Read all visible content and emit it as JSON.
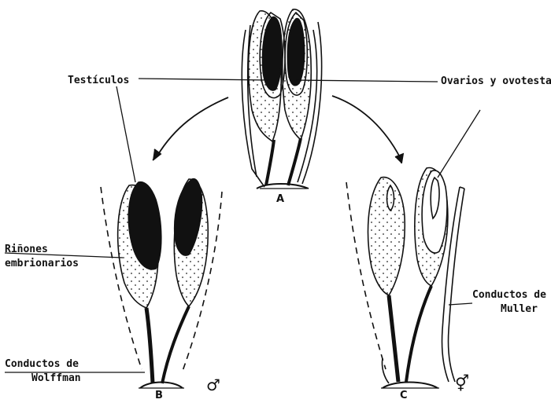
{
  "labels": {
    "testiculos": "Testículos",
    "ovarios": "Ovarios y ovotesta",
    "rinones_line1": "Riñones",
    "rinones_line2": "embrionarios",
    "muller_line1": "Conductos de",
    "muller_line2": "Muller",
    "wolffman_line1": "Conductos de",
    "wolffman_line2": "Wolffman"
  },
  "panels": {
    "a": "A",
    "b": "B",
    "c": "C"
  },
  "symbols": {
    "male": "♂",
    "hermaphrodite": "⚥"
  },
  "colors": {
    "ink": "#111111",
    "paper": "#ffffff"
  }
}
